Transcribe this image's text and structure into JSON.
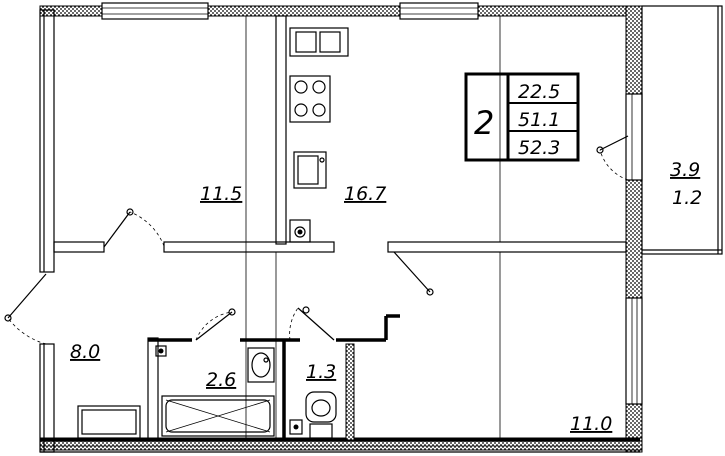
{
  "plan": {
    "room_count": "2",
    "areas": {
      "living": "22.5",
      "total_living": "51.1",
      "total": "52.3"
    },
    "rooms": {
      "room_top_left": "11.5",
      "kitchen": "16.7",
      "hall": "8.0",
      "bathroom": "2.6",
      "wc": "1.3",
      "room_bottom_right": "11.0",
      "balcony_area": "3.9",
      "balcony_coef": "1.2"
    }
  }
}
